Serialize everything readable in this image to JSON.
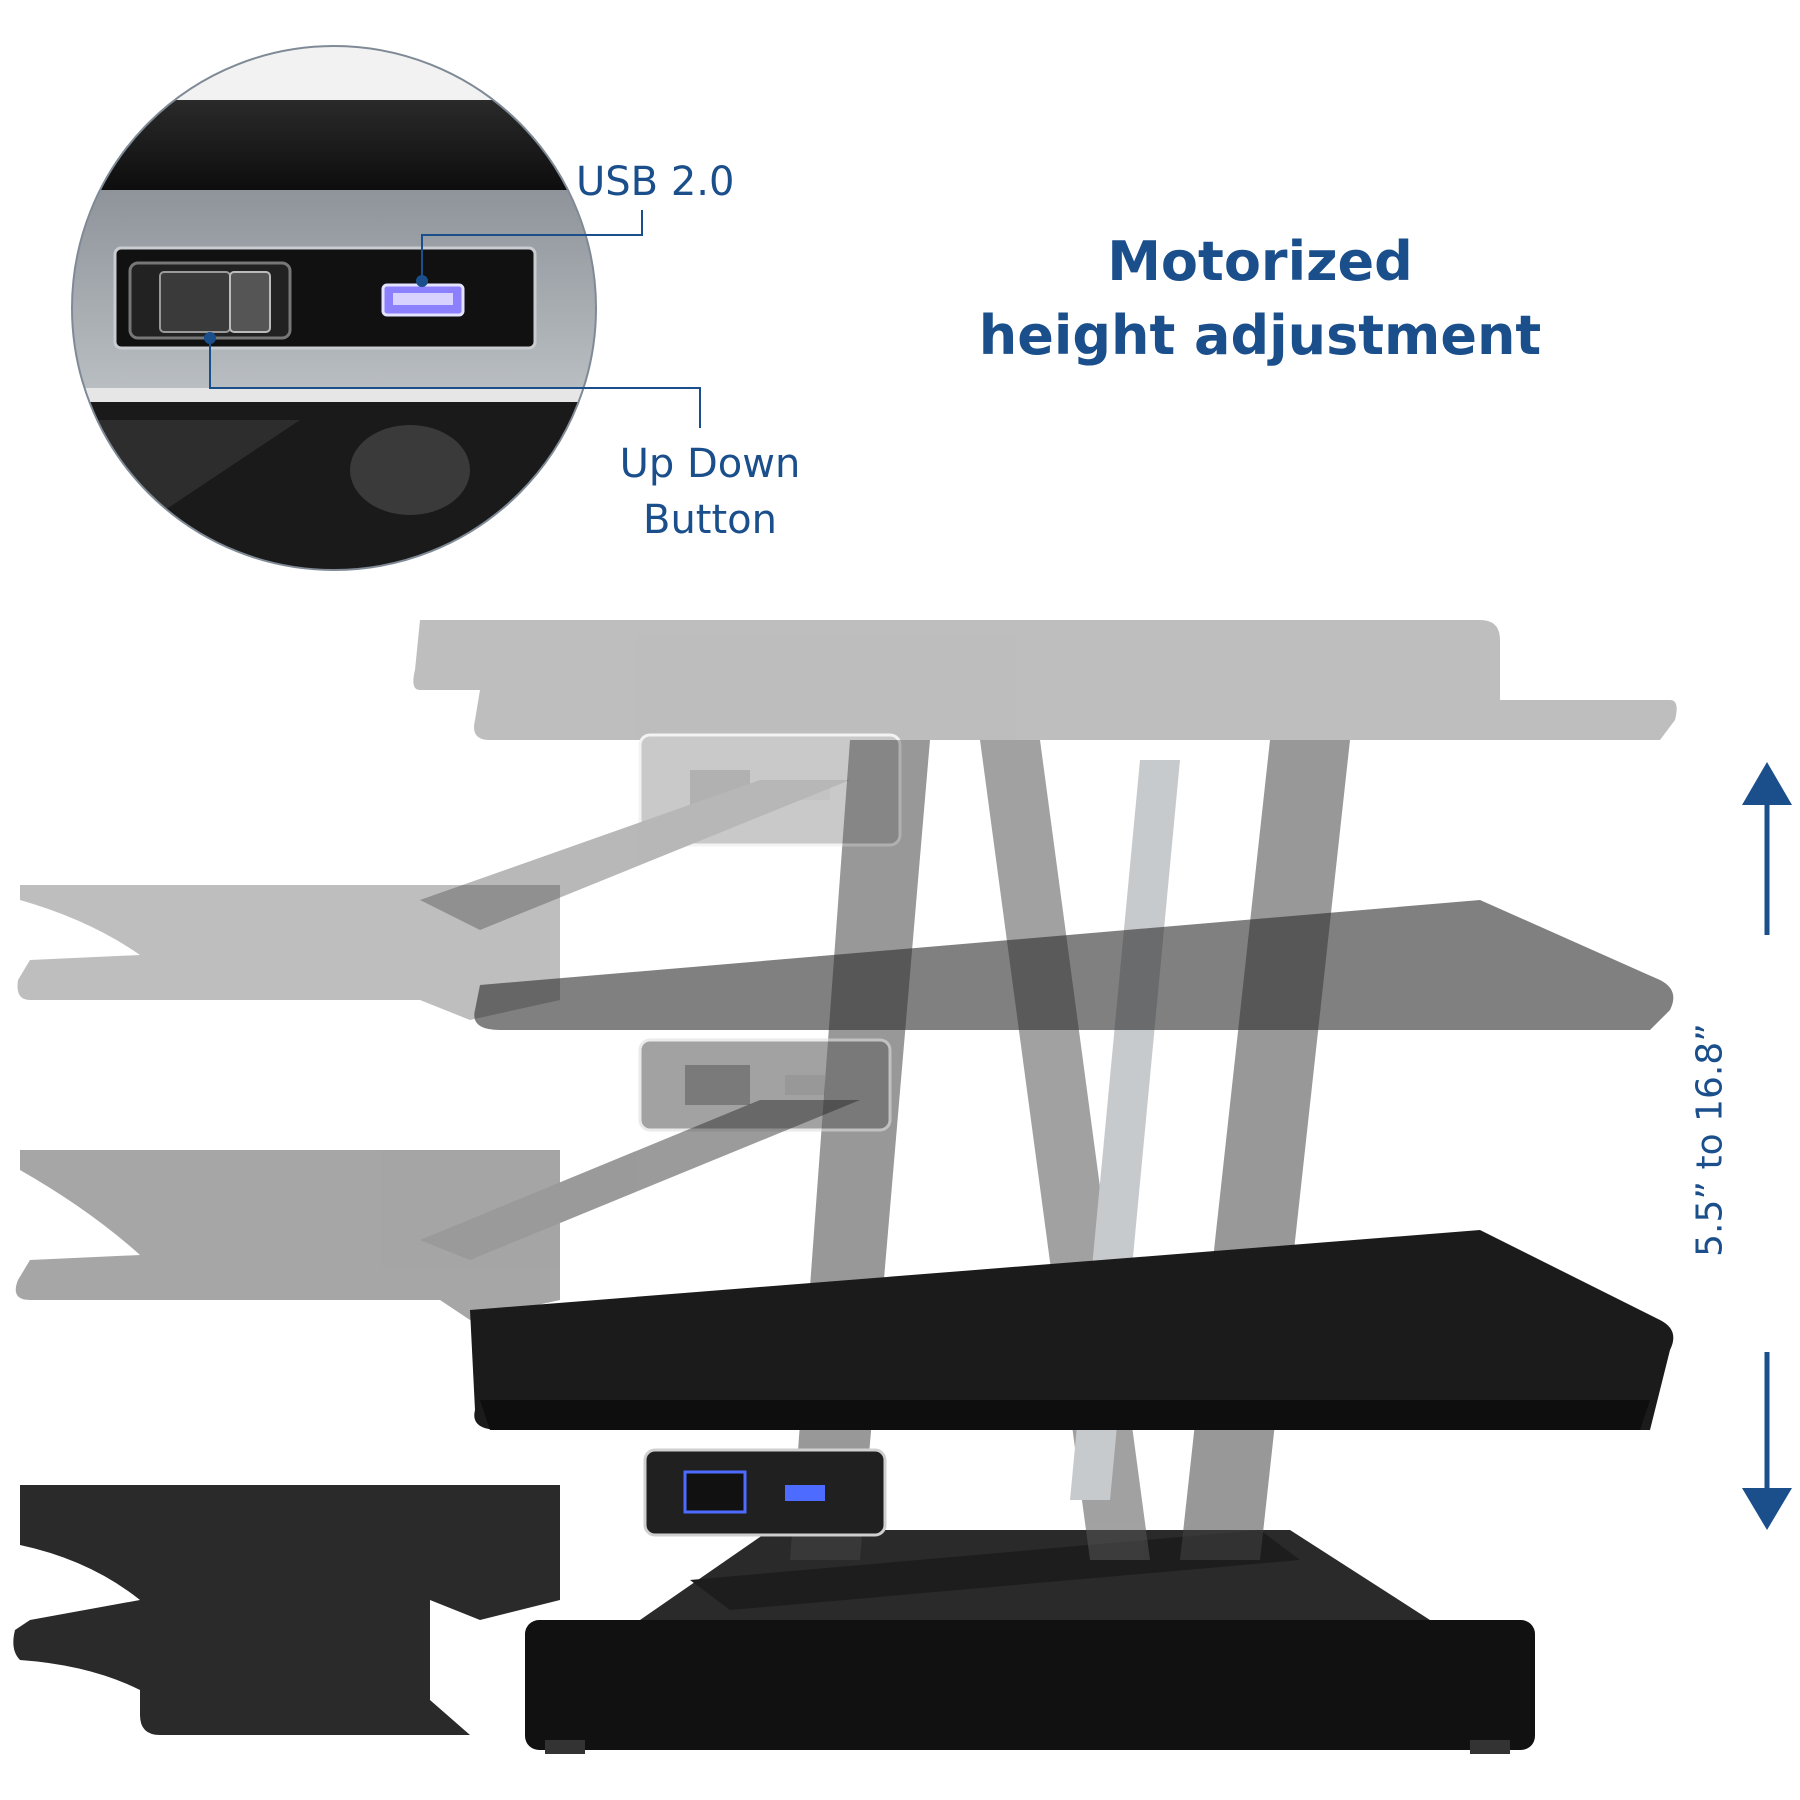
{
  "headline": {
    "line1": "Motorized",
    "line2": "height adjustment"
  },
  "callouts": {
    "usb": "USB 2.0",
    "updown_line1": "Up Down",
    "updown_line2": "Button"
  },
  "range_label": "5.5” to 16.8”",
  "colors": {
    "accent": "#1a4f8b",
    "led": "#4d6bff"
  }
}
